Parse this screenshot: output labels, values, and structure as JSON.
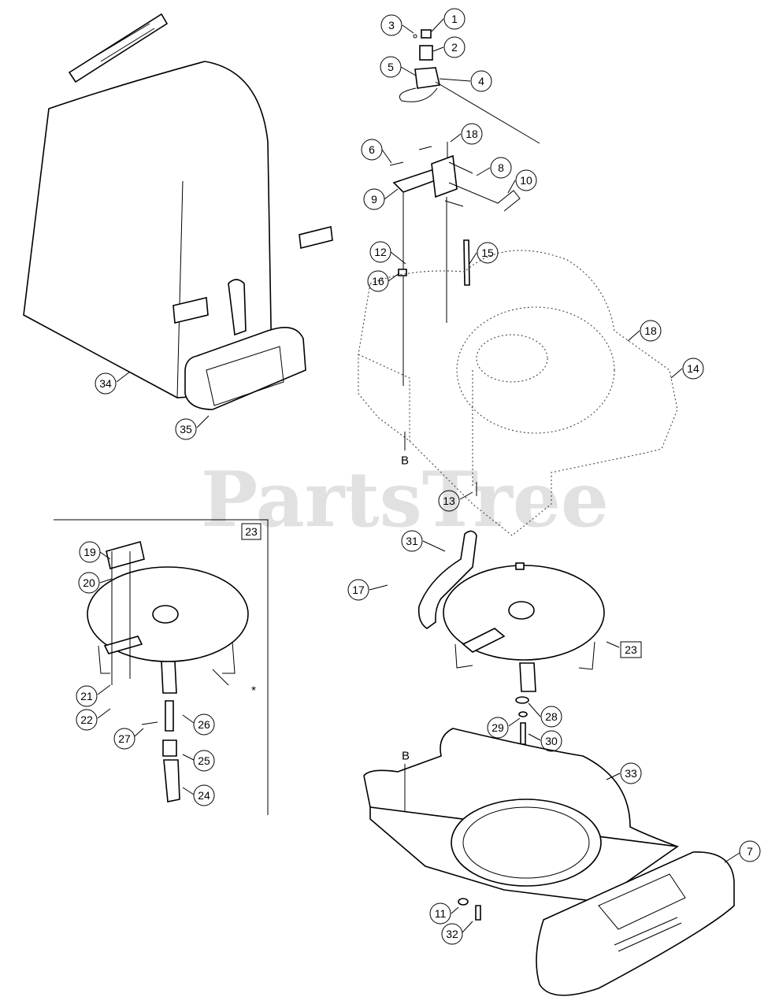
{
  "watermark": "PartsTree",
  "callouts": [
    {
      "id": "c1",
      "label": "1"
    },
    {
      "id": "c2",
      "label": "2"
    },
    {
      "id": "c3",
      "label": "3"
    },
    {
      "id": "c4",
      "label": "4"
    },
    {
      "id": "c5",
      "label": "5"
    },
    {
      "id": "c6",
      "label": "6"
    },
    {
      "id": "c8",
      "label": "8"
    },
    {
      "id": "c9",
      "label": "9"
    },
    {
      "id": "c10",
      "label": "10"
    },
    {
      "id": "c18a",
      "label": "18"
    },
    {
      "id": "c12",
      "label": "12"
    },
    {
      "id": "c15",
      "label": "15"
    },
    {
      "id": "c16",
      "label": "16"
    },
    {
      "id": "c18b",
      "label": "18"
    },
    {
      "id": "c14",
      "label": "14"
    },
    {
      "id": "c34",
      "label": "34"
    },
    {
      "id": "c35",
      "label": "35"
    },
    {
      "id": "c13",
      "label": "13"
    },
    {
      "id": "c31",
      "label": "31"
    },
    {
      "id": "c17",
      "label": "17"
    },
    {
      "id": "c19",
      "label": "19"
    },
    {
      "id": "c20",
      "label": "20"
    },
    {
      "id": "c21",
      "label": "21"
    },
    {
      "id": "c22",
      "label": "22"
    },
    {
      "id": "c26",
      "label": "26"
    },
    {
      "id": "c27",
      "label": "27"
    },
    {
      "id": "c25",
      "label": "25"
    },
    {
      "id": "c24",
      "label": "24"
    },
    {
      "id": "c29",
      "label": "29"
    },
    {
      "id": "c28",
      "label": "28"
    },
    {
      "id": "c30",
      "label": "30"
    },
    {
      "id": "c33",
      "label": "33"
    },
    {
      "id": "c7",
      "label": "7"
    },
    {
      "id": "c11",
      "label": "11"
    },
    {
      "id": "c32",
      "label": "32"
    }
  ],
  "boxed_labels": [
    {
      "id": "box23a",
      "label": "23"
    },
    {
      "id": "box23b",
      "label": "23"
    }
  ],
  "letters": [
    {
      "id": "B1",
      "label": "B"
    },
    {
      "id": "B2",
      "label": "B"
    },
    {
      "id": "star",
      "label": "*"
    }
  ]
}
